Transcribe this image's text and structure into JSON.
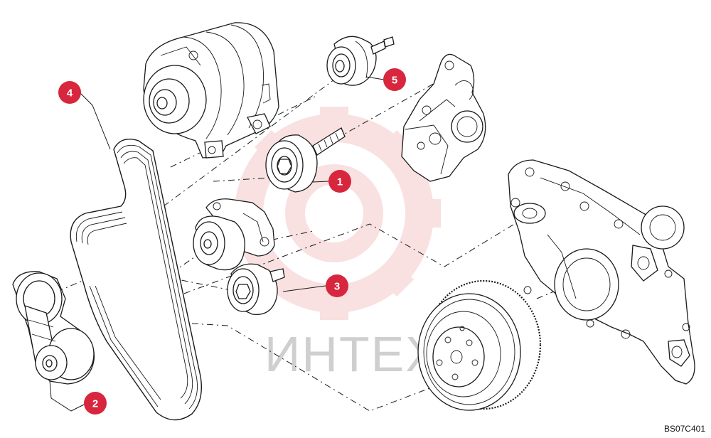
{
  "watermark": {
    "text": "ИНТЕХ",
    "color": "#e8747c"
  },
  "figure_code": "BS07C401",
  "callout_color": "#d7263d",
  "callouts": [
    {
      "id": "1",
      "label": "1"
    },
    {
      "id": "2",
      "label": "2"
    },
    {
      "id": "3",
      "label": "3"
    },
    {
      "id": "4",
      "label": "4"
    },
    {
      "id": "5",
      "label": "5"
    }
  ]
}
